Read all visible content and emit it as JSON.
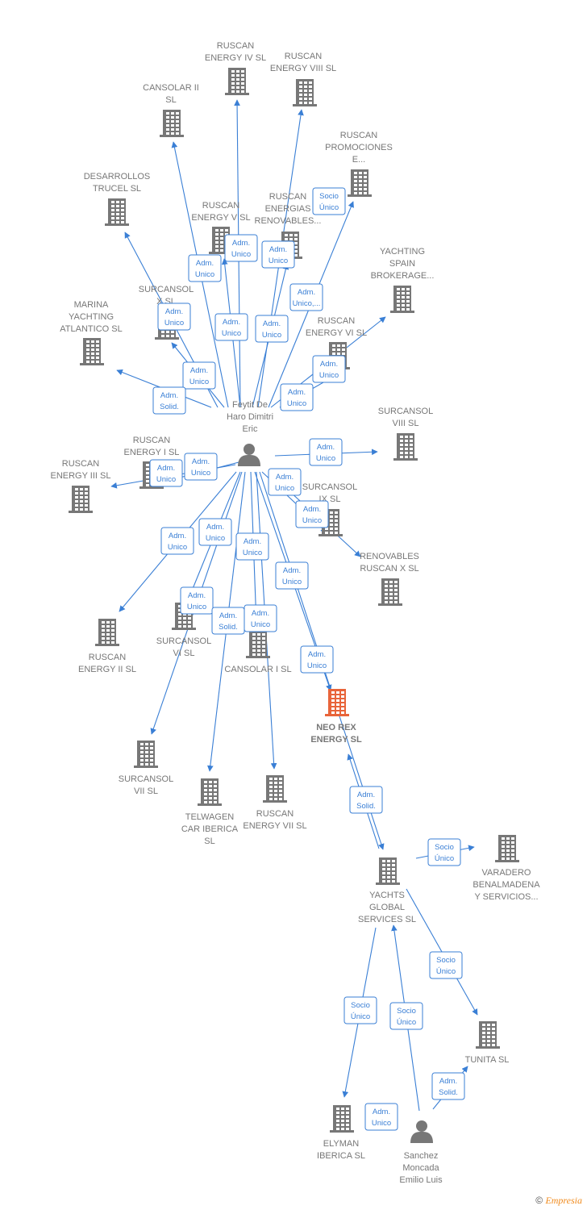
{
  "diagram": {
    "colors": {
      "edge": "#3a7fd5",
      "company": "#777777",
      "company_highlight": "#e8643a",
      "person": "#777777",
      "label": "#777777"
    },
    "nodes": [
      {
        "id": "ruscan4",
        "type": "company",
        "label": [
          "RUSCAN",
          "ENERGY IV  SL"
        ]
      },
      {
        "id": "ruscan8",
        "type": "company",
        "label": [
          "RUSCAN",
          "ENERGY VIII  SL"
        ]
      },
      {
        "id": "cansolar2",
        "type": "company",
        "label": [
          "CANSOLAR II",
          "SL"
        ]
      },
      {
        "id": "promociones",
        "type": "company",
        "label": [
          "RUSCAN",
          "PROMOCIONES",
          "E..."
        ]
      },
      {
        "id": "desarrollos",
        "type": "company",
        "label": [
          "DESARROLLOS",
          "TRUCEL  SL"
        ]
      },
      {
        "id": "ruscan5",
        "type": "company",
        "label": [
          "RUSCAN",
          "ENERGY V  SL"
        ]
      },
      {
        "id": "energias",
        "type": "company",
        "label": [
          "RUSCAN",
          "ENERGIAS",
          "RENOVABLES..."
        ]
      },
      {
        "id": "yachting",
        "type": "company",
        "label": [
          "YACHTING",
          "SPAIN",
          "BROKERAGE..."
        ]
      },
      {
        "id": "surcansolx",
        "type": "company",
        "label": [
          "SURCANSOL",
          "X  SL"
        ]
      },
      {
        "id": "marina",
        "type": "company",
        "label": [
          "MARINA",
          "YACHTING",
          "ATLANTICO  SL"
        ]
      },
      {
        "id": "ruscan6",
        "type": "company",
        "label": [
          "RUSCAN",
          "ENERGY VI  SL"
        ]
      },
      {
        "id": "feytit",
        "type": "person",
        "label": [
          "Feytit De",
          "Haro Dimitri",
          "Eric"
        ]
      },
      {
        "id": "surcansol8",
        "type": "company",
        "label": [
          "SURCANSOL",
          "VIII  SL"
        ]
      },
      {
        "id": "ruscan1",
        "type": "company",
        "label": [
          "RUSCAN",
          "ENERGY I  SL"
        ]
      },
      {
        "id": "ruscan3",
        "type": "company",
        "label": [
          "RUSCAN",
          "ENERGY III  SL"
        ]
      },
      {
        "id": "surcansol9",
        "type": "company",
        "label": [
          "SURCANSOL",
          "IX  SL"
        ]
      },
      {
        "id": "renovables10",
        "type": "company",
        "label": [
          "RENOVABLES",
          "RUSCAN X  SL"
        ]
      },
      {
        "id": "ruscan2",
        "type": "company",
        "label": [
          "RUSCAN",
          "ENERGY II  SL"
        ]
      },
      {
        "id": "surcansol6",
        "type": "company",
        "label": [
          "SURCANSOL",
          "VI  SL"
        ]
      },
      {
        "id": "cansolar1",
        "type": "company",
        "label": [
          "CANSOLAR I  SL"
        ]
      },
      {
        "id": "neorex",
        "type": "company",
        "highlight": true,
        "label": [
          "NEO REX",
          "ENERGY  SL"
        ]
      },
      {
        "id": "surcansol7",
        "type": "company",
        "label": [
          "SURCANSOL",
          "VII  SL"
        ]
      },
      {
        "id": "telwagen",
        "type": "company",
        "label": [
          "TELWAGEN",
          "CAR IBERICA",
          "SL"
        ]
      },
      {
        "id": "ruscan7",
        "type": "company",
        "label": [
          "RUSCAN",
          "ENERGY VII  SL"
        ]
      },
      {
        "id": "varadero",
        "type": "company",
        "label": [
          "VARADERO",
          "BENALMADENA",
          "Y SERVICIOS..."
        ]
      },
      {
        "id": "yachts",
        "type": "company",
        "label": [
          "YACHTS",
          "GLOBAL",
          "SERVICES  SL"
        ]
      },
      {
        "id": "tunita",
        "type": "company",
        "label": [
          "TUNITA  SL"
        ]
      },
      {
        "id": "elyman",
        "type": "company",
        "label": [
          "ELYMAN",
          "IBERICA  SL"
        ]
      },
      {
        "id": "sanchez",
        "type": "person",
        "label": [
          "Sanchez",
          "Moncada",
          "Emilio Luis"
        ]
      }
    ],
    "relations": [
      {
        "label": [
          "Adm.",
          "Unico"
        ]
      },
      {
        "label": [
          "Adm.",
          "Unico"
        ]
      },
      {
        "label": [
          "Adm.",
          "Unico"
        ]
      },
      {
        "label": [
          "Socio",
          "Único"
        ]
      },
      {
        "label": [
          "Adm.",
          "Unico"
        ]
      },
      {
        "label": [
          "Adm.",
          "Unico"
        ]
      },
      {
        "label": [
          "Adm.",
          "Unico"
        ]
      },
      {
        "label": [
          "Adm.",
          "Unico,..."
        ]
      },
      {
        "label": [
          "Adm.",
          "Unico"
        ]
      },
      {
        "label": [
          "Adm.",
          "Unico"
        ]
      },
      {
        "label": [
          "Adm.",
          "Solid."
        ]
      },
      {
        "label": [
          "Adm.",
          "Unico"
        ]
      },
      {
        "label": [
          "Adm.",
          "Unico"
        ]
      },
      {
        "label": [
          "Adm.",
          "Unico"
        ]
      },
      {
        "label": [
          "Adm.",
          "Unico"
        ]
      },
      {
        "label": [
          "Adm.",
          "Unico"
        ]
      },
      {
        "label": [
          "Adm.",
          "Unico"
        ]
      },
      {
        "label": [
          "Adm.",
          "Unico"
        ]
      },
      {
        "label": [
          "Adm.",
          "Unico"
        ]
      },
      {
        "label": [
          "Adm.",
          "Unico"
        ]
      },
      {
        "label": [
          "Adm.",
          "Unico"
        ]
      },
      {
        "label": [
          "Adm.",
          "Unico"
        ]
      },
      {
        "label": [
          "Adm.",
          "Solid."
        ]
      },
      {
        "label": [
          "Adm.",
          "Unico"
        ]
      },
      {
        "label": [
          "Adm.",
          "Unico"
        ]
      },
      {
        "label": [
          "Adm.",
          "Solid."
        ]
      },
      {
        "label": [
          "Socio",
          "Único"
        ]
      },
      {
        "label": [
          "Socio",
          "Único"
        ]
      },
      {
        "label": [
          "Socio",
          "Único"
        ]
      },
      {
        "label": [
          "Socio",
          "Único"
        ]
      },
      {
        "label": [
          "Adm.",
          "Solid."
        ]
      },
      {
        "label": [
          "Adm.",
          "Unico"
        ]
      },
      {
        "label": [
          "Adm.",
          "Unico"
        ]
      }
    ]
  },
  "watermark": {
    "symbol": "©",
    "brand": "Empresia"
  }
}
